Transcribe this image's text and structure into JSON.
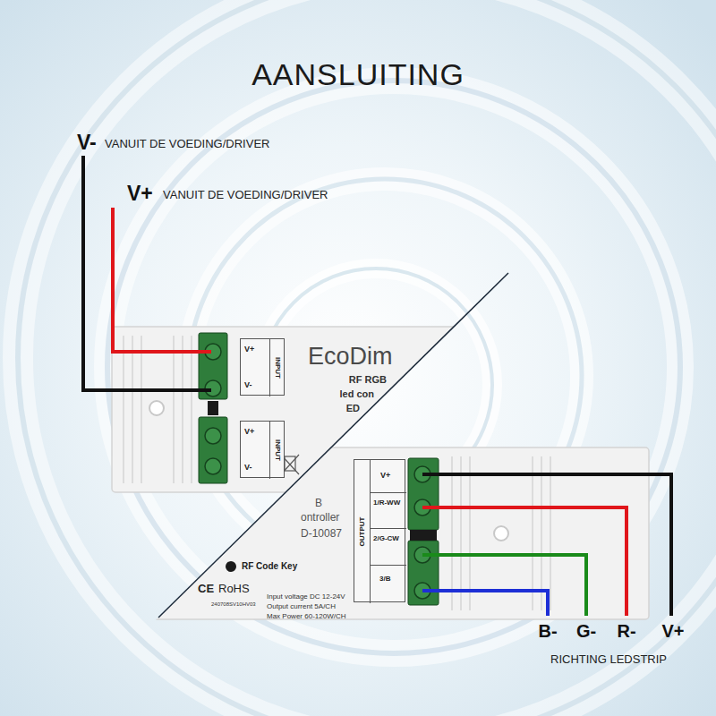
{
  "diagram": {
    "title": "AANSLUITING",
    "nodes": [
      {
        "text": [
          "V+",
          "INPUT",
          "V-"
        ]
      },
      {
        "text": [
          "V+",
          "INPUT",
          "V-"
        ]
      },
      {
        "text": [
          "V+",
          "1/R-WW",
          "2/G-CW",
          "3/B",
          "OUTPUT"
        ]
      }
    ],
    "labels": [
      "V-",
      "VANUIT DE VOEDING/DRIVER",
      "V+",
      "VANUIT DE VOEDING/DRIVER",
      "EcoDim",
      "RF RGB",
      "led con",
      "ED",
      "B",
      "ontroller",
      "D-10087",
      "RF Code Key",
      "240708SV10HV03",
      "Input voltage DC 12-24V",
      "Output current 5A/CH",
      "Max Power 60-120W/CH",
      "CE",
      "RoHS",
      "B-",
      "G-",
      "R-",
      "V+",
      "RICHTING LEDSTRIP"
    ]
  }
}
